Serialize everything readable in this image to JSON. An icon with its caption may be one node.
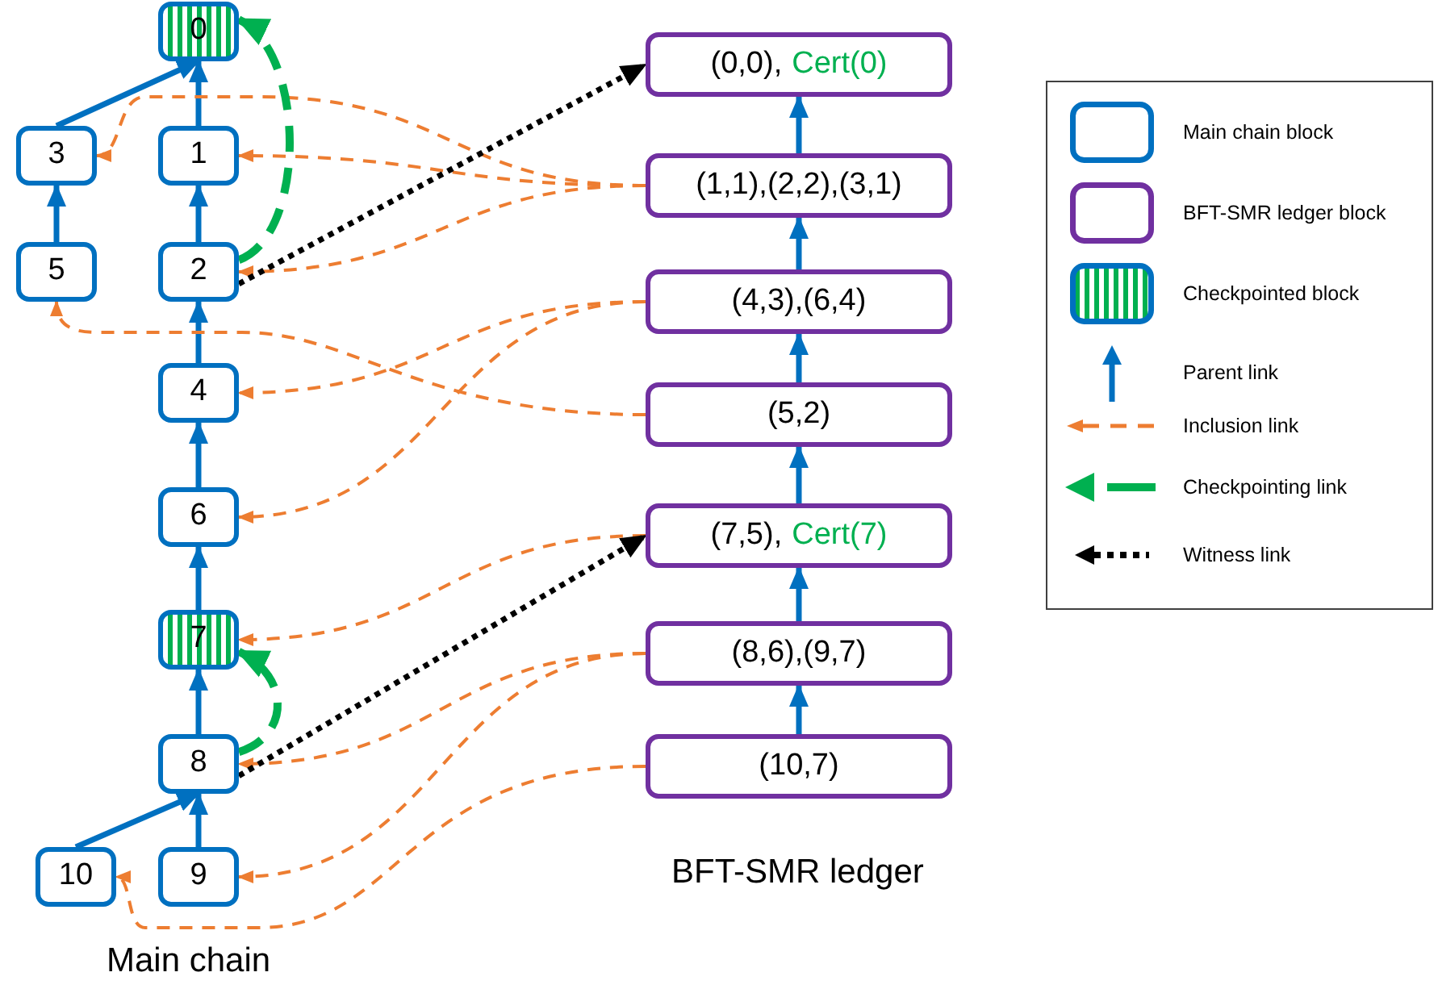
{
  "diagram": {
    "nodes": [
      {
        "text": [
          "0"
        ]
      },
      {
        "text": [
          "1"
        ]
      },
      {
        "text": [
          "2"
        ]
      },
      {
        "text": [
          "3"
        ]
      },
      {
        "text": [
          "4"
        ]
      },
      {
        "text": [
          "5"
        ]
      },
      {
        "text": [
          "6"
        ]
      },
      {
        "text": [
          "7"
        ]
      },
      {
        "text": [
          "8"
        ]
      },
      {
        "text": [
          "9"
        ]
      },
      {
        "text": [
          "10"
        ]
      },
      {
        "text": [
          "(0,0),",
          "Cert(0)"
        ]
      },
      {
        "text": [
          "(1,1),(2,2),(3,1)"
        ]
      },
      {
        "text": [
          "(4,3),(6,4)"
        ]
      },
      {
        "text": [
          "(5,2)"
        ]
      },
      {
        "text": [
          "(7,5),",
          "Cert(7)"
        ]
      },
      {
        "text": [
          "(8,6),(9,7)"
        ]
      },
      {
        "text": [
          "(10,7)"
        ]
      }
    ],
    "edges": [
      {
        "from": 1,
        "to": 0,
        "arrow": "to"
      },
      {
        "from": 3,
        "to": 0,
        "arrow": "to"
      },
      {
        "from": 2,
        "to": 1,
        "arrow": "to"
      },
      {
        "from": 5,
        "to": 3,
        "arrow": "to"
      },
      {
        "from": 4,
        "to": 2,
        "arrow": "to"
      },
      {
        "from": 6,
        "to": 4,
        "arrow": "to"
      },
      {
        "from": 7,
        "to": 6,
        "arrow": "to"
      },
      {
        "from": 8,
        "to": 7,
        "arrow": "to"
      },
      {
        "from": 9,
        "to": 8,
        "arrow": "to"
      },
      {
        "from": 10,
        "to": 8,
        "arrow": "to"
      },
      {
        "from": 12,
        "to": 11,
        "arrow": "to"
      },
      {
        "from": 13,
        "to": 12,
        "arrow": "to"
      },
      {
        "from": 14,
        "to": 13,
        "arrow": "to"
      },
      {
        "from": 15,
        "to": 14,
        "arrow": "to"
      },
      {
        "from": 16,
        "to": 15,
        "arrow": "to"
      },
      {
        "from": 17,
        "to": 16,
        "arrow": "to"
      },
      {
        "from": 12,
        "to": 3,
        "arrow": "to",
        "style": "dashed",
        "color": "#ed7d31"
      },
      {
        "from": 12,
        "to": 1,
        "arrow": "to",
        "style": "dashed",
        "color": "#ed7d31"
      },
      {
        "from": 12,
        "to": 2,
        "arrow": "to",
        "style": "dashed",
        "color": "#ed7d31"
      },
      {
        "from": 13,
        "to": 4,
        "arrow": "to",
        "style": "dashed",
        "color": "#ed7d31"
      },
      {
        "from": 13,
        "to": 6,
        "arrow": "to",
        "style": "dashed",
        "color": "#ed7d31"
      },
      {
        "from": 14,
        "to": 5,
        "arrow": "to",
        "style": "dashed",
        "color": "#ed7d31"
      },
      {
        "from": 15,
        "to": 7,
        "arrow": "to",
        "style": "dashed",
        "color": "#ed7d31"
      },
      {
        "from": 16,
        "to": 8,
        "arrow": "to",
        "style": "dashed",
        "color": "#ed7d31"
      },
      {
        "from": 16,
        "to": 9,
        "arrow": "to",
        "style": "dashed",
        "color": "#ed7d31"
      },
      {
        "from": 17,
        "to": 10,
        "arrow": "to",
        "style": "dashed",
        "color": "#ed7d31"
      },
      {
        "from": 2,
        "to": 0,
        "arrow": "to",
        "style": "dashed",
        "color": "#00b050"
      },
      {
        "from": 8,
        "to": 7,
        "arrow": "to",
        "style": "dashed",
        "color": "#00b050"
      },
      {
        "from": 2,
        "to": 11,
        "arrow": "to",
        "style": "dashed",
        "color": "#000000"
      },
      {
        "from": 8,
        "to": 15,
        "arrow": "to",
        "style": "dashed",
        "color": "#000000"
      }
    ],
    "labels": [
      "Main chain",
      "BFT-SMR ledger"
    ],
    "legend": [
      {
        "text": "Main chain block"
      },
      {
        "text": "BFT-SMR ledger block"
      },
      {
        "text": "Checkpointed block"
      },
      {
        "text": "Parent link"
      },
      {
        "text": "Inclusion link"
      },
      {
        "text": "Checkpointing link"
      },
      {
        "text": "Witness link"
      }
    ]
  }
}
